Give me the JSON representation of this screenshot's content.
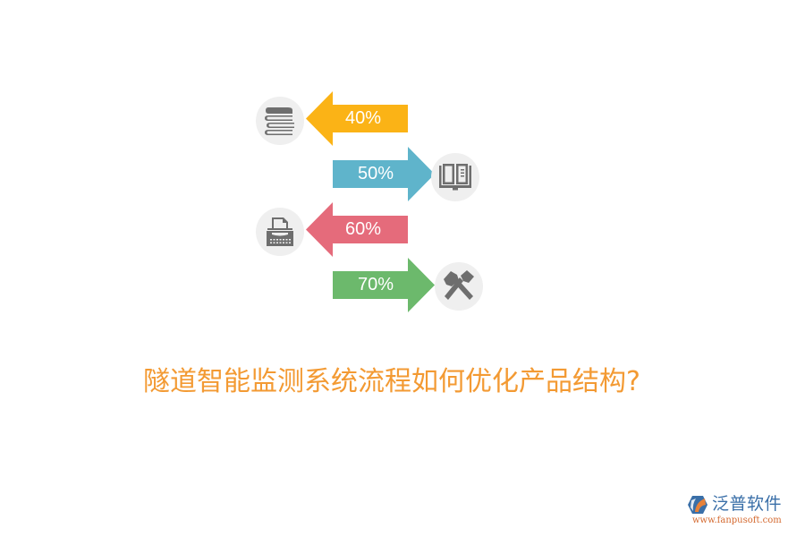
{
  "diagram": {
    "type": "alternating-arrow-infographic",
    "items": [
      {
        "label": "40%",
        "value": 40,
        "direction": "left",
        "color": "#FBB316",
        "icon": "books-stack-icon",
        "icon_side": "left"
      },
      {
        "label": "50%",
        "value": 50,
        "direction": "right",
        "color": "#5FB4CB",
        "icon": "open-book-icon",
        "icon_side": "right"
      },
      {
        "label": "60%",
        "value": 60,
        "direction": "left",
        "color": "#E56B7B",
        "icon": "typewriter-icon",
        "icon_side": "left"
      },
      {
        "label": "70%",
        "value": 70,
        "direction": "right",
        "color": "#6CB96C",
        "icon": "crossed-hammers-icon",
        "icon_side": "right"
      }
    ],
    "icon_circle_color": "#EFEFEF",
    "icon_color": "#6E6E6E"
  },
  "title": {
    "text": "隧道智能监测系统流程如何优化产品结构?",
    "color": "#F39A33"
  },
  "logo": {
    "name": "泛普软件",
    "url": "www.fanpusoft.com",
    "colors": {
      "primary": "#3A6FA8",
      "accent": "#E7823A",
      "url": "#D4692F"
    }
  }
}
